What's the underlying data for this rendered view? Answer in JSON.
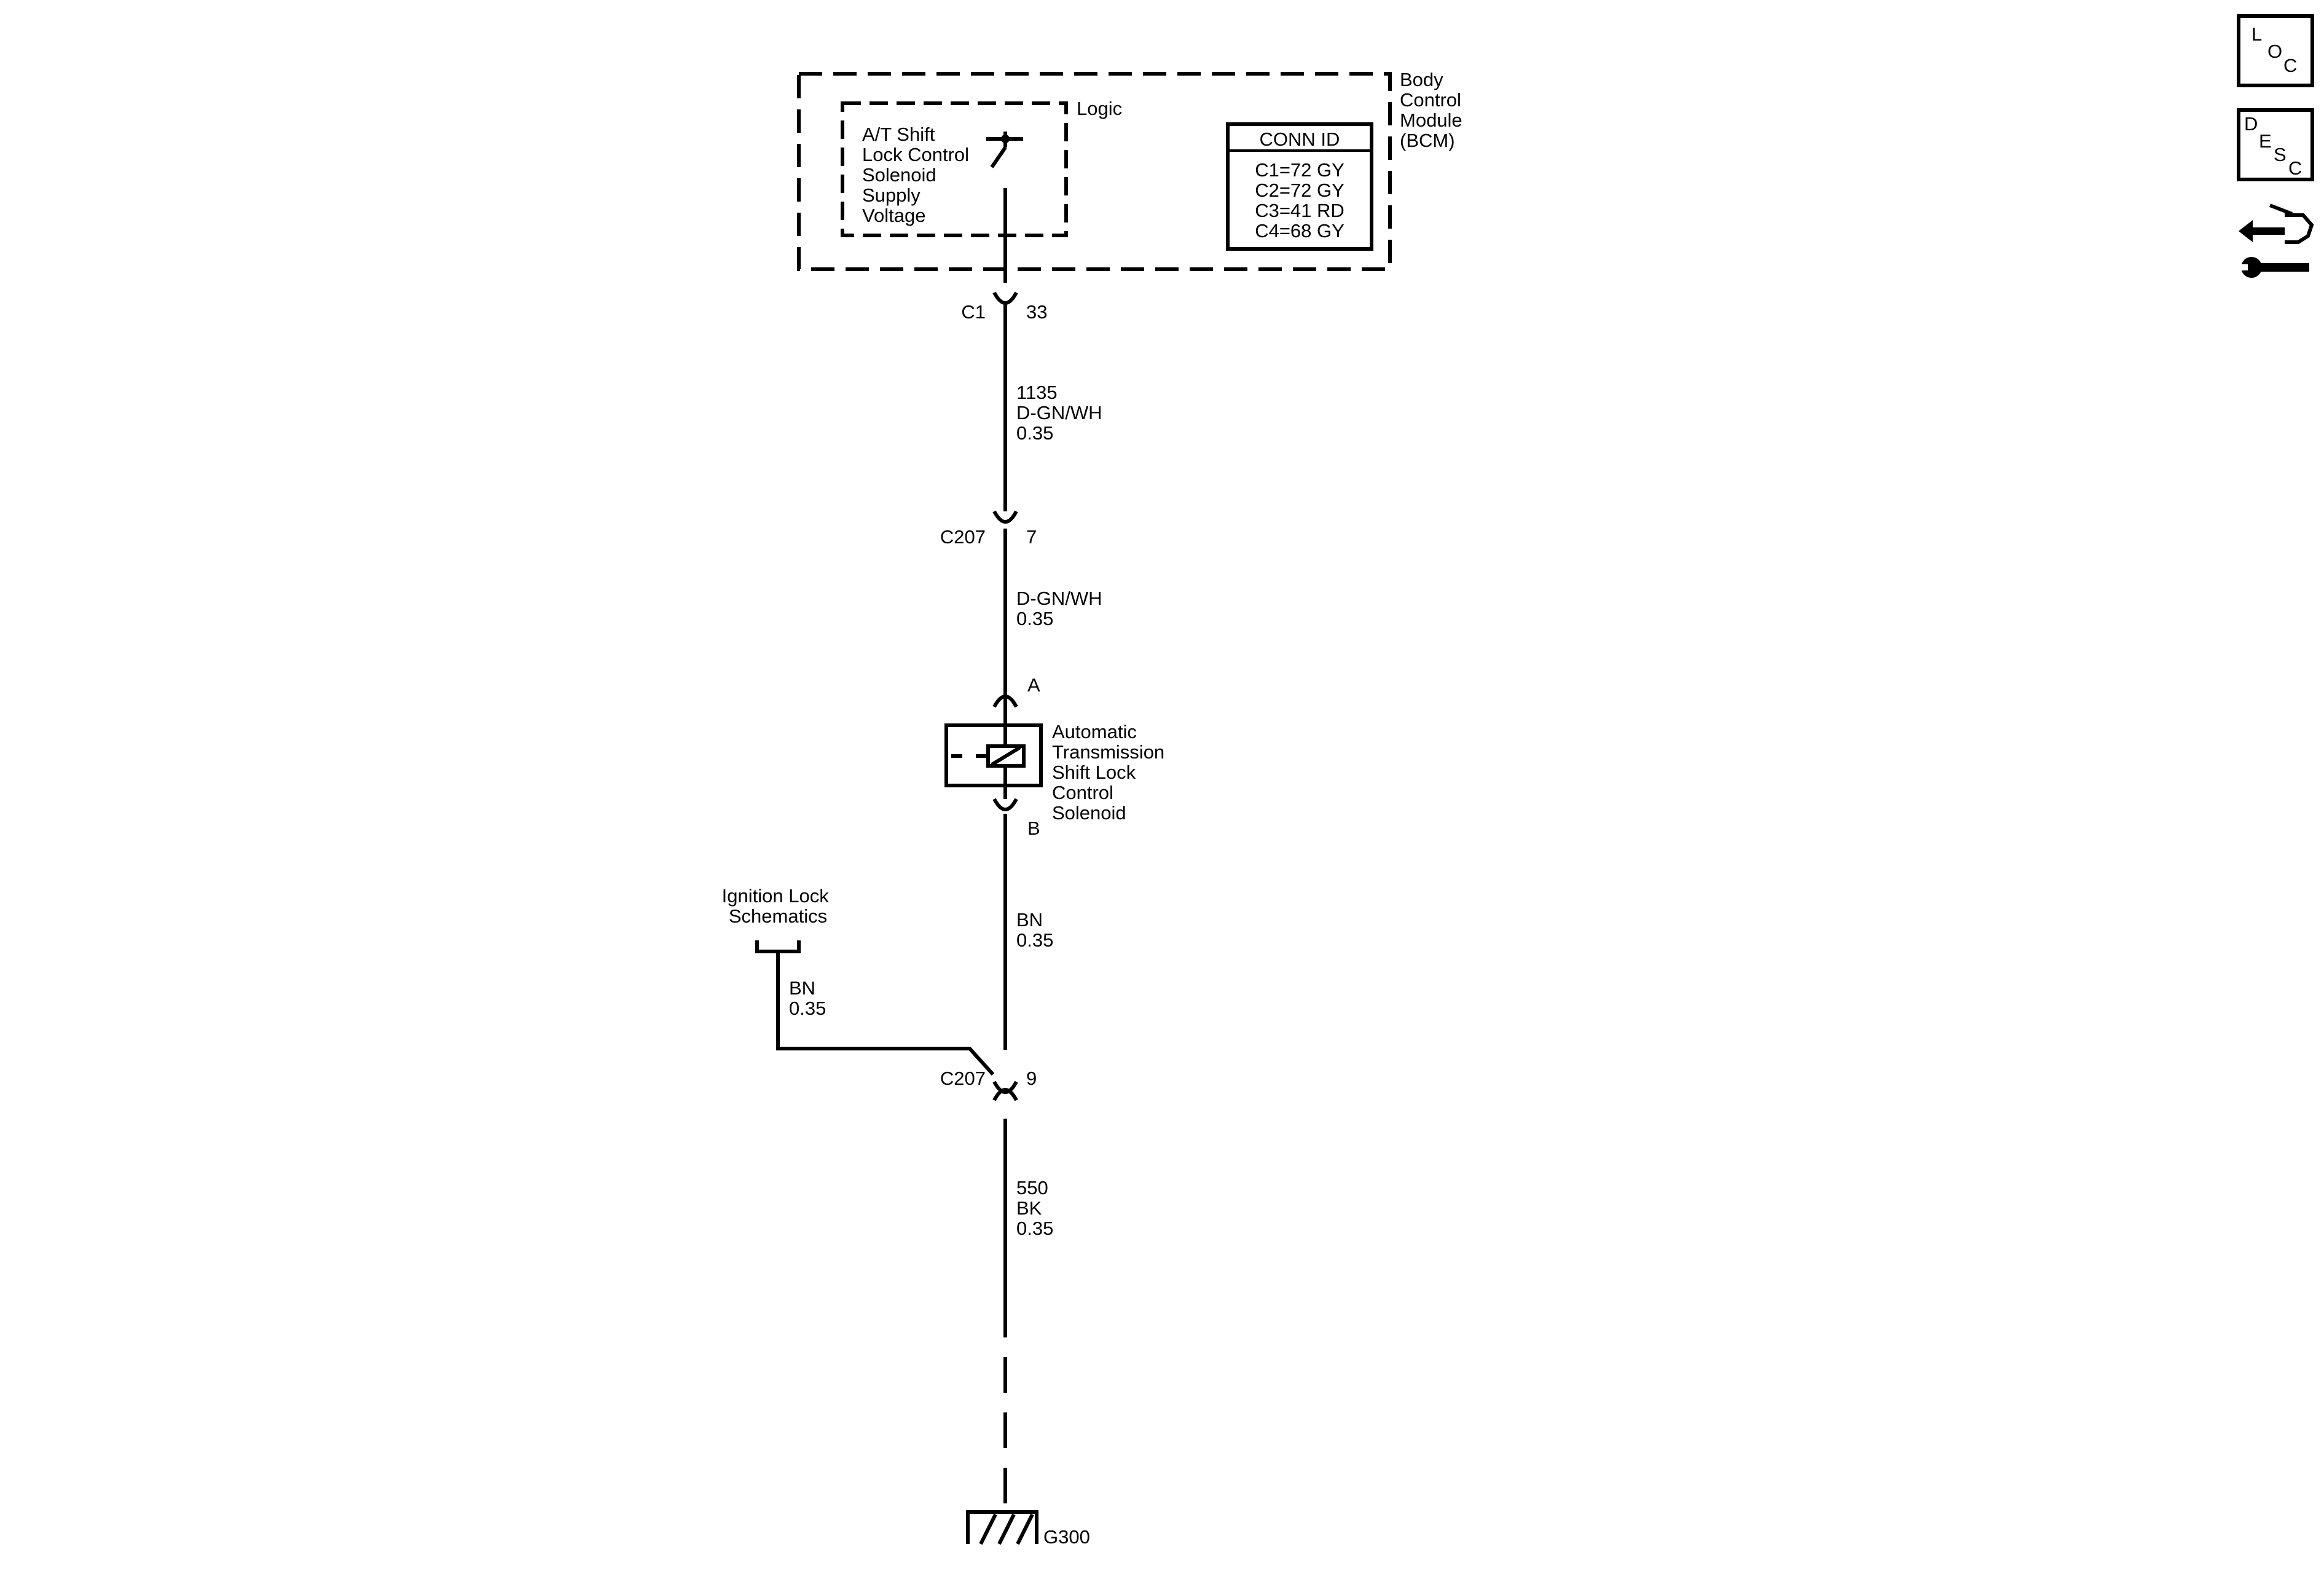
{
  "module": {
    "name_lines": [
      "Body",
      "Control",
      "Module",
      "(BCM)"
    ],
    "logic_label": "Logic",
    "circuit_lines": [
      "A/T Shift",
      "Lock Control",
      "Solenoid",
      "Supply",
      "Voltage"
    ],
    "conn_id": {
      "header": "CONN ID",
      "rows": [
        "C1=72 GY",
        "C2=72 GY",
        "C3=41 RD",
        "C4=68 GY"
      ]
    }
  },
  "connectors": {
    "c1": {
      "name": "C1",
      "pin": "33"
    },
    "c207_a": {
      "name": "C207",
      "pin": "7"
    },
    "c207_b": {
      "name": "C207",
      "pin": "9"
    }
  },
  "wires": {
    "w1": [
      "1135",
      "D-GN/WH",
      "0.35"
    ],
    "w2": [
      "D-GN/WH",
      "0.35"
    ],
    "w3": [
      "BN",
      "0.35"
    ],
    "w4": [
      "BN",
      "0.35"
    ],
    "w5": [
      "550",
      "BK",
      "0.35"
    ]
  },
  "solenoid": {
    "pin_a": "A",
    "pin_b": "B",
    "name_lines": [
      "Automatic",
      "Transmission",
      "Shift Lock",
      "Control",
      "Solenoid"
    ]
  },
  "reference": {
    "lines": [
      "Ignition Lock",
      "Schematics"
    ]
  },
  "ground": {
    "name": "G300"
  },
  "side_icons": {
    "loc": [
      "L",
      "O",
      "C"
    ],
    "desc": [
      "D",
      "E",
      "S",
      "C"
    ],
    "icon": "connector-repair-icon"
  }
}
